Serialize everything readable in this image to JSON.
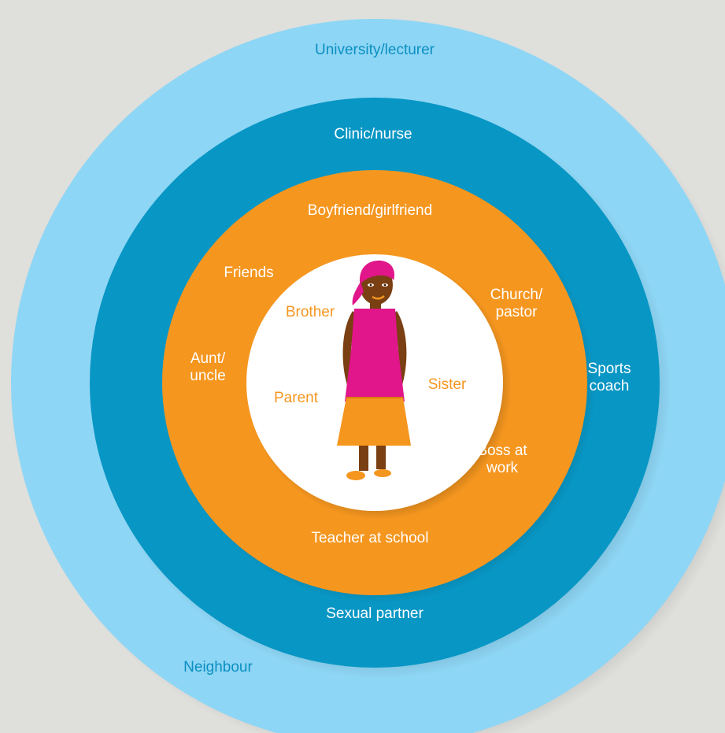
{
  "colors": {
    "background": "#dfdfdc",
    "outer_ring": "#8ed6f5",
    "middle_ring": "#0896c4",
    "inner_ring": "#f5961f",
    "center": "#ffffff",
    "outer_text": "#0b8fc2",
    "light_text": "#ffffff",
    "center_text": "#f5961f"
  },
  "rings": {
    "outer": [
      "University/lecturer",
      "Neighbour"
    ],
    "middle": [
      "Clinic/nurse",
      "Sports\ncoach",
      "Sexual partner"
    ],
    "inner": [
      "Boyfriend/girlfriend",
      "Friends",
      "Church/\npastor",
      "Aunt/\nuncle",
      "Boss at\nwork",
      "Teacher at school"
    ],
    "center": [
      "Brother",
      "Parent",
      "Sister"
    ]
  },
  "figure": {
    "icon": "girl-figure-icon",
    "headscarf_color": "#e0168a",
    "dress_color": "#e0168a",
    "skirt_color": "#f5961f",
    "skin_color": "#7a3f12"
  }
}
